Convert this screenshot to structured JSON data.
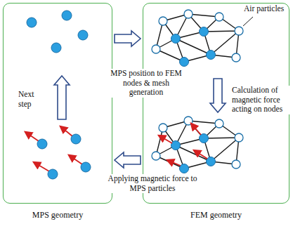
{
  "diagram": {
    "nodes": [
      {
        "text": [
          "MPS geometry"
        ]
      },
      {
        "text": [
          "FEM geometry"
        ]
      }
    ],
    "edges": [
      {
        "from": 0,
        "to": 1,
        "arrow": "to",
        "label": "MPS position to FEM nodes & mesh generation"
      },
      {
        "from": 1,
        "to": 0,
        "arrow": "to",
        "label": "Applying magnetic force to MPS particles"
      }
    ],
    "labels": [
      "Air particles",
      "Calculation of magnetic force acting on nodes",
      "Next step"
    ]
  }
}
